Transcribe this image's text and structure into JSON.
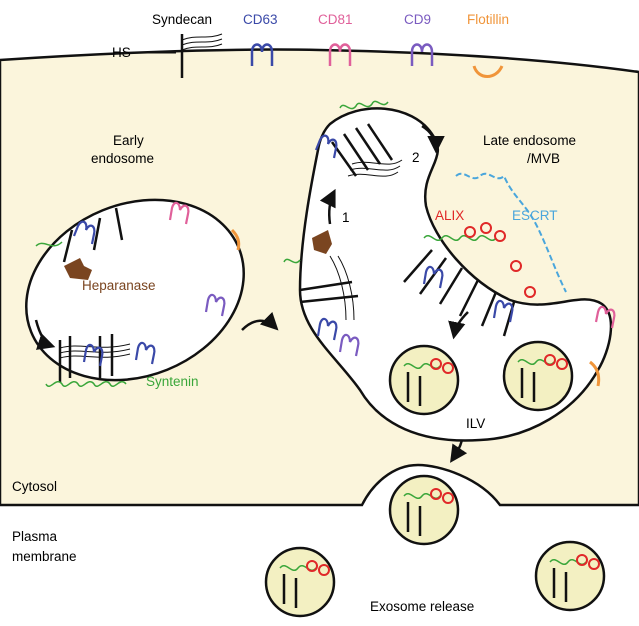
{
  "legend": {
    "syndecan": "Syndecan",
    "hs": "HS",
    "cd63": "CD63",
    "cd81": "CD81",
    "cd9": "CD9",
    "flotillin": "Flotillin"
  },
  "labels": {
    "early_endosome_line1": "Early",
    "early_endosome_line2": "endosome",
    "heparanase": "Heparanase",
    "syntenin": "Syntenin",
    "late_endosome_line1": "Late endosome",
    "late_endosome_line2": "/MVB",
    "alix": "ALIX",
    "escrt": "ESCRT",
    "step1": "1",
    "step2": "2",
    "ilv": "ILV",
    "cytosol": "Cytosol",
    "plasma_membrane_line1": "Plasma",
    "plasma_membrane_line2": "membrane",
    "exosome_release": "Exosome release"
  },
  "colors": {
    "cell_fill": "#fbf5dc",
    "vesicle_fill": "#f3f0c2",
    "cd63": "#3a49a8",
    "cd81": "#e0609a",
    "cd9": "#7a5bc0",
    "flotillin": "#f0953a",
    "syntenin": "#3aa63a",
    "alix": "#e02828",
    "escrt": "#4aa6dc",
    "heparanase": "#7a4520",
    "line": "#111111"
  }
}
